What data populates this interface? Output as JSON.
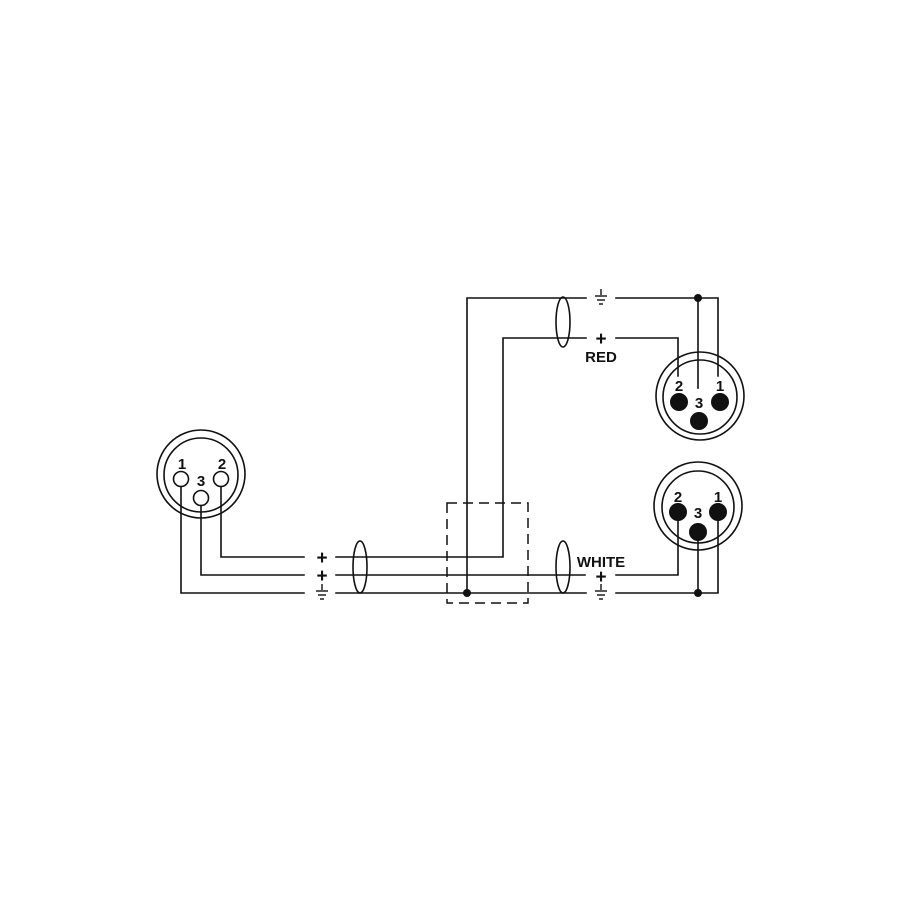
{
  "diagram": {
    "left_connector": {
      "pins": {
        "p1": "1",
        "p2": "2",
        "p3": "3"
      }
    },
    "right_top_connector": {
      "pins": {
        "p1": "1",
        "p2": "2",
        "p3": "3"
      }
    },
    "right_bottom_connector": {
      "pins": {
        "p1": "1",
        "p2": "2",
        "p3": "3"
      }
    },
    "left_cable": {
      "signal_labels": [
        "+",
        "+"
      ],
      "ground_icon": "ground-icon"
    },
    "red_cable": {
      "signal_label": "+",
      "color_label": "RED",
      "ground_icon": "ground-icon"
    },
    "white_cable": {
      "signal_label": "+",
      "color_label": "WHITE",
      "ground_icon": "ground-icon"
    }
  },
  "colors": {
    "line": "#111111",
    "background": "#ffffff"
  }
}
